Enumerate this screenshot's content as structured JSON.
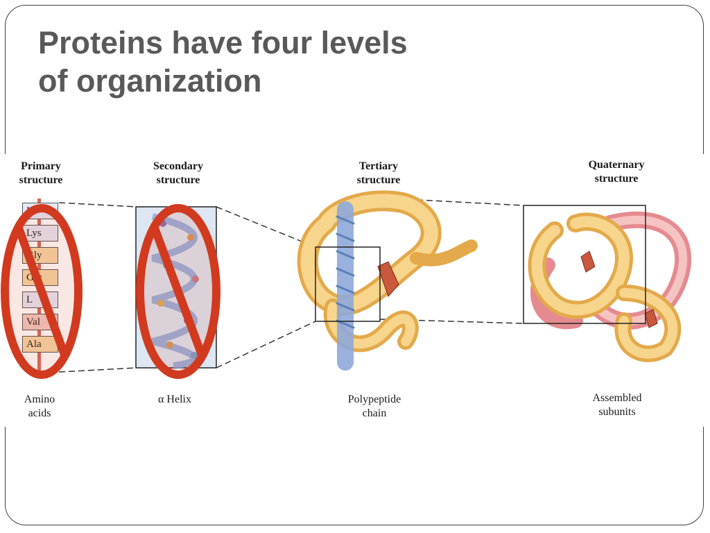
{
  "slide": {
    "title_line1": "Proteins have four levels",
    "title_line2": "of organization"
  },
  "figure": {
    "primary": {
      "label_line1": "Primary",
      "label_line2": "structure",
      "caption_line1": "Amino",
      "caption_line2": "acids"
    },
    "secondary": {
      "label_line1": "Secondary",
      "label_line2": "structure",
      "caption": "α Helix"
    },
    "tertiary": {
      "label_line1": "Tertiary",
      "label_line2": "structure",
      "caption_line1": "Polypeptide",
      "caption_line2": "chain"
    },
    "quaternary": {
      "label_line1": "Quaternary",
      "label_line2": "structure",
      "caption_line1": "Assembled",
      "caption_line2": "subunits"
    },
    "amino_acids": [
      "L",
      "Lys",
      "Gly",
      "Gly",
      "L",
      "Val",
      "Ala"
    ],
    "colors": {
      "no_symbol": "#d13a1f",
      "ribbon": "#f2c46a",
      "helix": "#8ea8d8",
      "quaternary_pink": "#e58b8f"
    }
  }
}
